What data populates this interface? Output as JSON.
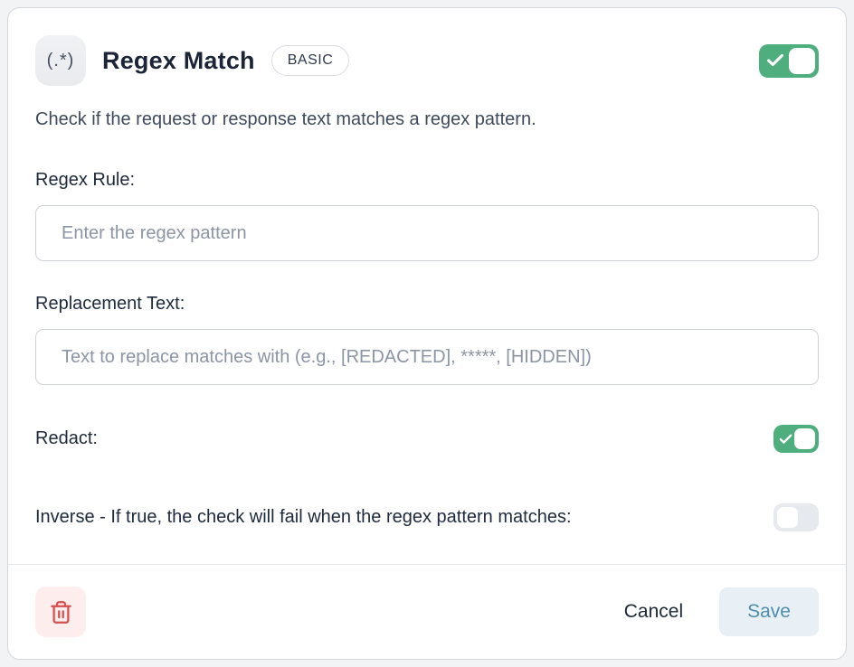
{
  "header": {
    "icon_glyph": "(.*)",
    "title": "Regex Match",
    "badge": "BASIC",
    "enabled": true
  },
  "description": "Check if the request or response text matches a regex pattern.",
  "fields": {
    "regex_rule": {
      "label": "Regex Rule:",
      "value": "",
      "placeholder": "Enter the regex pattern"
    },
    "replacement_text": {
      "label": "Replacement Text:",
      "value": "",
      "placeholder": "Text to replace matches with (e.g., [REDACTED], *****, [HIDDEN])"
    },
    "redact": {
      "label": "Redact:",
      "on": true
    },
    "inverse": {
      "label": "Inverse - If true, the check will fail when the regex pattern matches:",
      "on": false
    }
  },
  "footer": {
    "delete_icon": "trash-icon",
    "cancel_label": "Cancel",
    "save_label": "Save"
  },
  "colors": {
    "toggle_on": "#4fae7e",
    "toggle_off": "#e6e9ed",
    "save_bg": "#e8f0f5",
    "save_text": "#4d8dac",
    "delete_bg": "#fdeded",
    "delete_icon": "#d64f4f",
    "card_border": "#d3d7dc",
    "divider": "#e5e7ea"
  }
}
